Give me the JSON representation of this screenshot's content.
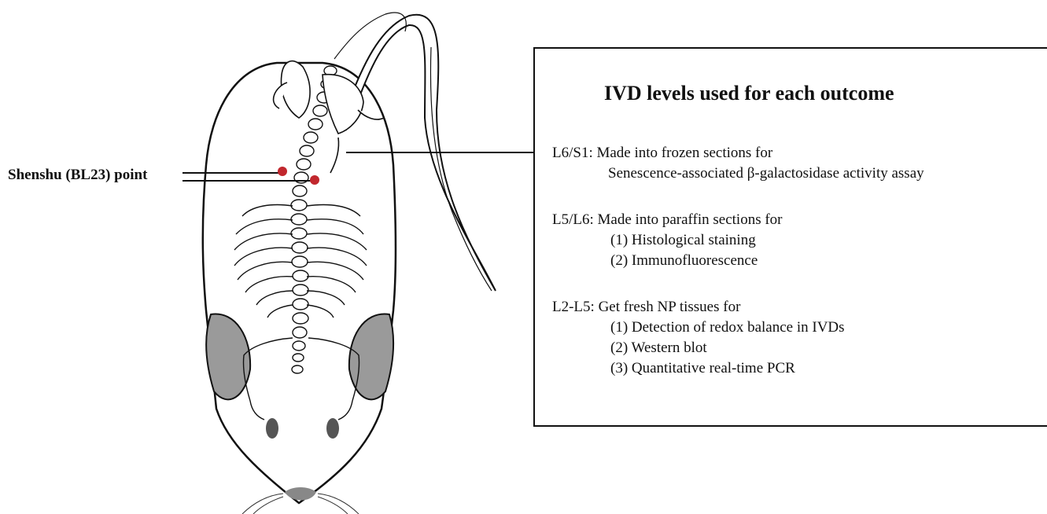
{
  "figure": {
    "point_label": "Shenshu (BL23) point",
    "point_color": "#c1272d"
  },
  "box": {
    "title": "IVD levels used for each outcome",
    "sections": [
      {
        "level": "L6/S1:",
        "lines": [
          "Made into frozen sections for",
          "Senescence-associated β-galactosidase activity assay"
        ]
      },
      {
        "level": "L5/L6:",
        "lines": [
          "Made into paraffin sections for",
          "(1) Histological staining",
          "(2) Immunofluorescence"
        ]
      },
      {
        "level": "L2-L5:",
        "lines": [
          "Get fresh NP tissues for",
          "(1) Detection of redox balance in IVDs",
          "(2) Western blot",
          "(3) Quantitative real-time PCR"
        ]
      }
    ]
  }
}
